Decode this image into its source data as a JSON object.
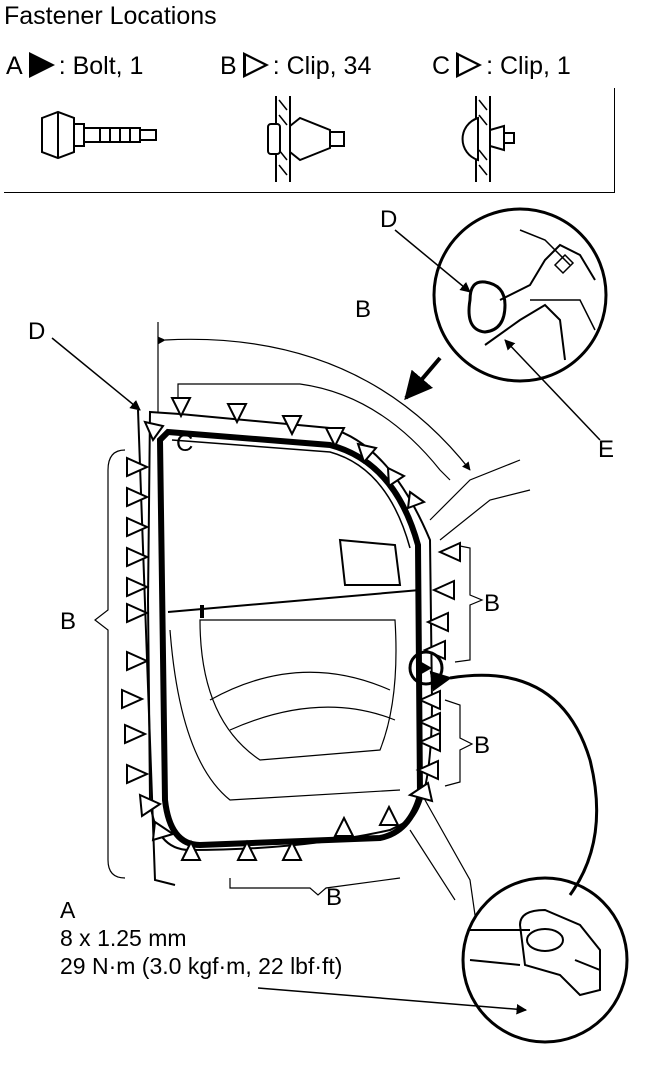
{
  "title": "Fastener Locations",
  "legend": [
    {
      "letter": "A",
      "kind": "filled",
      "text": ": Bolt, 1"
    },
    {
      "letter": "B",
      "kind": "open",
      "text": ": Clip, 34"
    },
    {
      "letter": "C",
      "kind": "open",
      "text": ": Clip, 1"
    }
  ],
  "labels": {
    "b_top": "B",
    "b_left": "B",
    "b_right_upper": "B",
    "b_right_lower": "B",
    "b_bottom": "B",
    "c": "C",
    "d_left": "D",
    "d_inset": "D",
    "e": "E"
  },
  "spec": {
    "letter": "A",
    "size": "8 x 1.25 mm",
    "torque": "29 N·m (3.0 kgf·m, 22 lbf·ft)"
  }
}
